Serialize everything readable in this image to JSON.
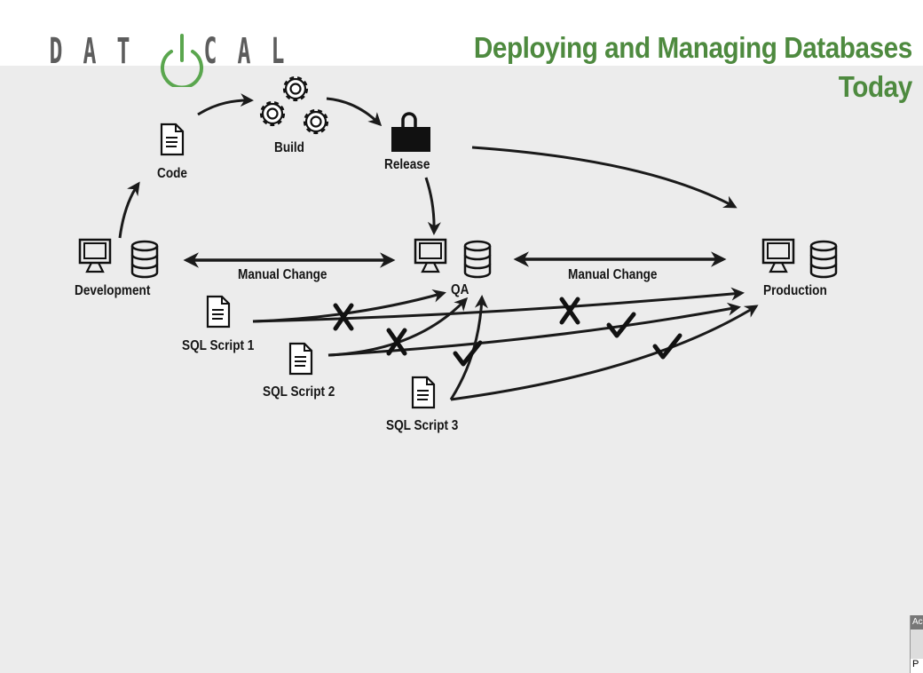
{
  "brand": {
    "letters": [
      "D",
      "A",
      "T",
      "C",
      "A",
      "L"
    ],
    "logo_icon": "power-icon",
    "accent_color": "#5aa64e"
  },
  "title": {
    "line1": "Deploying and Managing Databases",
    "line2": "Today",
    "color": "#4e8a3f"
  },
  "pipeline": {
    "code": {
      "label": "Code",
      "icon": "document-icon"
    },
    "build": {
      "label": "Build",
      "icon": "gears-icon"
    },
    "release": {
      "label": "Release",
      "icon": "briefcase-icon"
    }
  },
  "environments": [
    {
      "label": "Development",
      "icons": [
        "monitor-icon",
        "database-icon"
      ]
    },
    {
      "label": "QA",
      "icons": [
        "monitor-icon",
        "database-icon"
      ]
    },
    {
      "label": "Production",
      "icons": [
        "monitor-icon",
        "database-icon"
      ]
    }
  ],
  "connectors": {
    "dev_qa": "Manual Change",
    "qa_prod": "Manual Change"
  },
  "scripts": [
    {
      "label": "SQL Script 1",
      "to_qa": "failed",
      "to_production": "failed"
    },
    {
      "label": "SQL Script 2",
      "to_qa": "failed",
      "to_production": "success"
    },
    {
      "label": "SQL Script 3",
      "to_qa": "success",
      "to_production": "success"
    }
  ],
  "corner_widget": {
    "top": "Ac",
    "bottom": "P"
  }
}
